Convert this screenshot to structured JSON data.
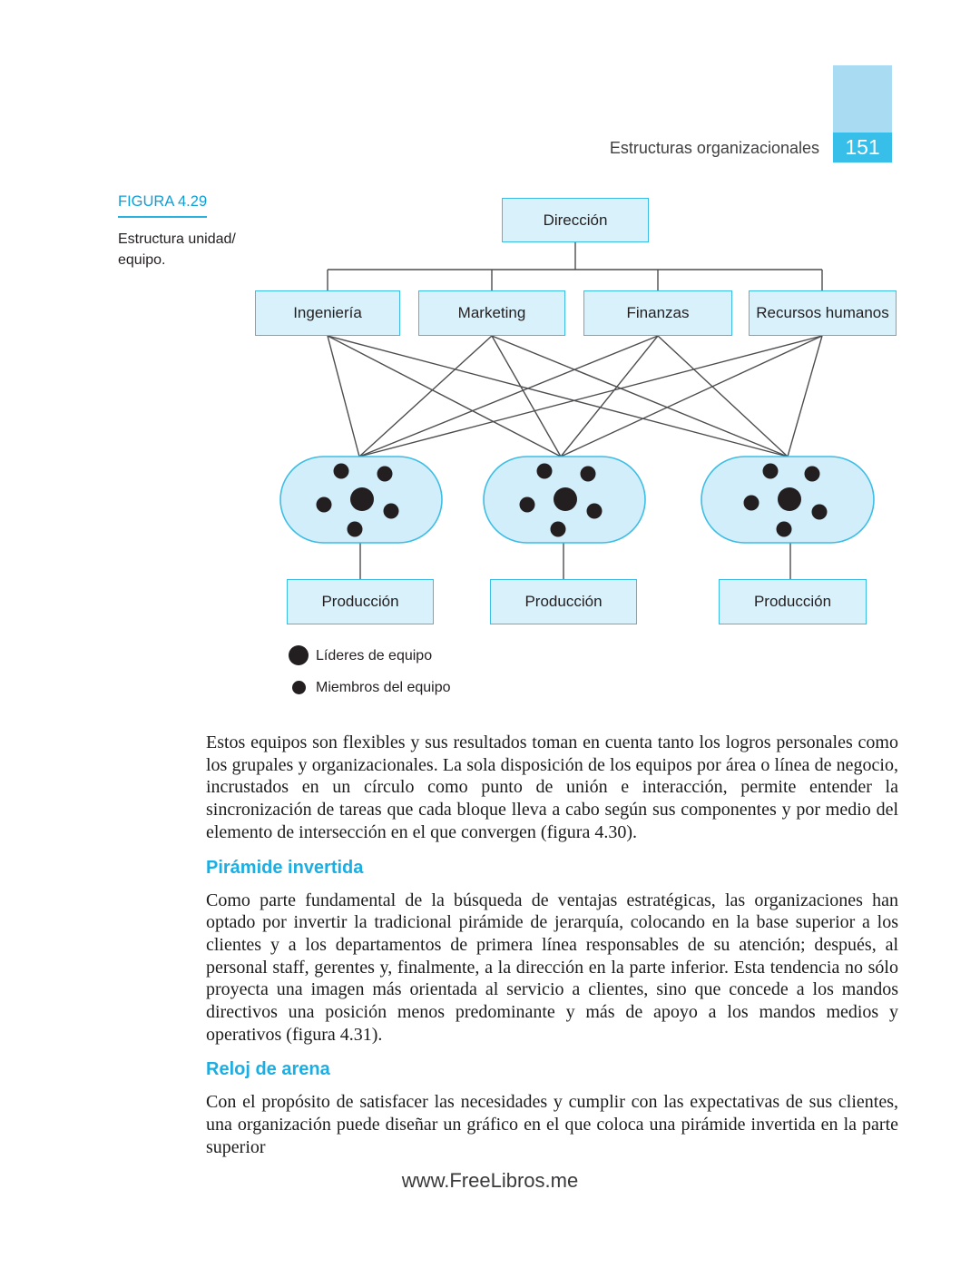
{
  "header": {
    "running_title": "Estructuras organizacionales",
    "page_number": "151"
  },
  "figure": {
    "label": "FIGURA 4.29",
    "caption": "Estructura unidad/\nequipo."
  },
  "diagram": {
    "direction": "Dirección",
    "departments": [
      "Ingeniería",
      "Marketing",
      "Finanzas",
      "Recursos humanos"
    ],
    "production_label": "Producción",
    "teams_count": 3,
    "legend": [
      {
        "symbol": "large-dot",
        "label": "Líderes de equipo"
      },
      {
        "symbol": "small-dot",
        "label": "Miembros del equipo"
      }
    ],
    "colors": {
      "box_fill": "#d9f1fb",
      "box_border": "#3bbde6",
      "team_fill": "#d2eefa",
      "dot": "#231f20",
      "line": "#4d4d4f"
    }
  },
  "body": {
    "paragraph1": "Estos equipos son flexibles y sus resultados toman en cuenta tanto los logros personales como los grupales y organizacionales. La sola disposición de los equipos por área o línea de negocio, incrustados en un círculo como punto de unión e interacción, permite entender la sincronización de tareas que cada bloque lleva a cabo según sus componentes y por medio del elemento de intersección en el que convergen (figura 4.30).",
    "heading1": "Pirámide invertida",
    "paragraph2": "Como parte fundamental de la búsqueda de ventajas estratégicas, las organizaciones han optado por invertir la tradicional pirámide de jerarquía, colocando en la base superior a los clientes y a los departamentos de primera línea responsables de su atención; después, al personal staff, gerentes y, finalmente, a la dirección en la parte inferior. Esta tendencia no sólo proyecta una imagen más orientada al servicio a clientes, sino que concede a los mandos directivos una posición menos predominante y más de apoyo a los mandos medios y operativos (figura 4.31).",
    "heading2": "Reloj de arena",
    "paragraph3": "Con el propósito de satisfacer las necesidades y cumplir con las expectativas de sus clientes, una organización puede diseñar un gráfico en el que coloca una pirámide invertida en la parte superior"
  },
  "footer": {
    "url": "www.FreeLibros.me"
  },
  "accent_color": "#1caee3"
}
